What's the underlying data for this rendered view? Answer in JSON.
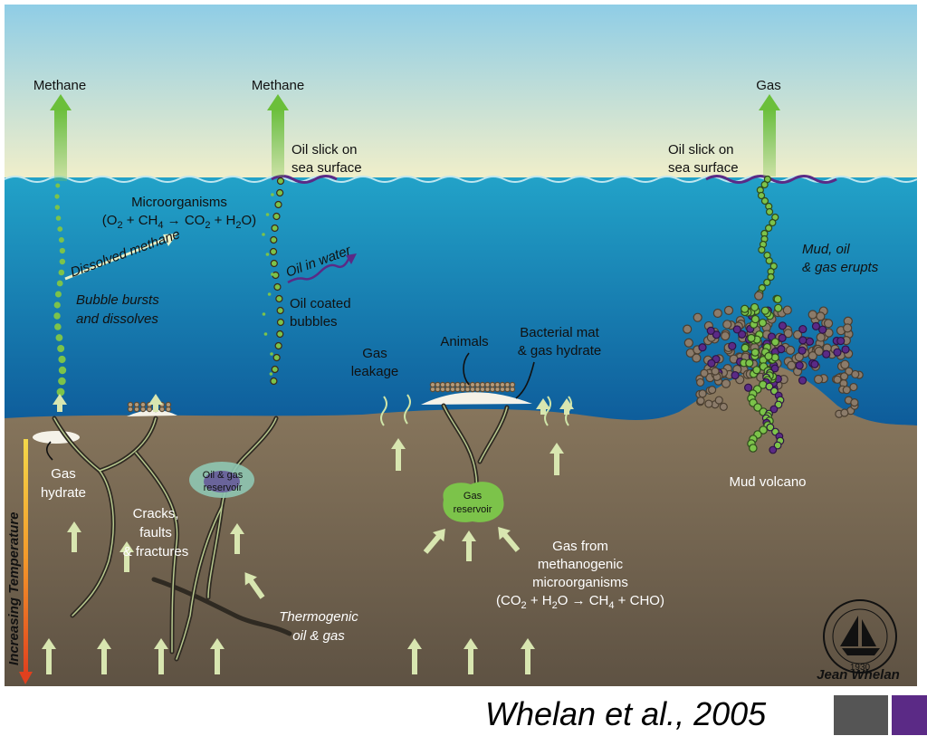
{
  "labels": {
    "methane_left": "Methane",
    "methane_mid": "Methane",
    "gas_right": "Gas",
    "oil_slick_mid_1": "Oil slick on",
    "oil_slick_mid_2": "sea surface",
    "oil_slick_right_1": "Oil slick on",
    "oil_slick_right_2": "sea surface",
    "microorganisms": "Microorganisms",
    "dissolved_methane": "Dissolved methane",
    "bubble_bursts_1": "Bubble bursts",
    "bubble_bursts_2": "and dissolves",
    "oil_in_water": "Oil in water",
    "oil_coated_1": "Oil coated",
    "oil_coated_2": "bubbles",
    "mud_oil_gas_1": "Mud, oil",
    "mud_oil_gas_2": "& gas erupts",
    "gas_leakage_1": "Gas",
    "gas_leakage_2": "leakage",
    "animals": "Animals",
    "bacterial_mat_1": "Bacterial mat",
    "bacterial_mat_2": "& gas hydrate",
    "gas_hydrate_1": "Gas",
    "gas_hydrate_2": "hydrate",
    "oil_gas_reservoir_1": "Oil & gas",
    "oil_gas_reservoir_2": "reservoir",
    "gas_reservoir_1": "Gas",
    "gas_reservoir_2": "reservoir",
    "cracks_1": "Cracks,",
    "cracks_2": "faults",
    "cracks_3": "& fractures",
    "mud_volcano": "Mud volcano",
    "methanogenic_1": "Gas from",
    "methanogenic_2": "methanogenic",
    "methanogenic_3": "microorganisms",
    "thermogenic_1": "Thermogenic",
    "thermogenic_2": "oil & gas",
    "increasing_temperature": "Increasing Temperature",
    "signature": "Jean Whelan",
    "seal_year": "1930"
  },
  "equations": {
    "aerobic": [
      "(O",
      "2",
      " + CH",
      "4",
      " → CO",
      "2",
      " + H",
      "2",
      "O)"
    ],
    "methanogenic": [
      "(CO",
      "2",
      " + H",
      "2",
      "O → CH",
      "4",
      " + CHO)"
    ]
  },
  "citation": "Whelan et al., 2005",
  "colors": {
    "sky_top": "#8fcde6",
    "sky_bottom": "#f2efc9",
    "sea_top": "#22a2c8",
    "sea_bottom": "#0c5596",
    "sediment_top": "#8d7b60",
    "sediment_bottom": "#5e5243",
    "bubble": "#7cc34a",
    "mud": "#8b7b6a",
    "oil": "#5b2a86",
    "accent_gray": "#555555",
    "accent_purple": "#5b2a86"
  }
}
